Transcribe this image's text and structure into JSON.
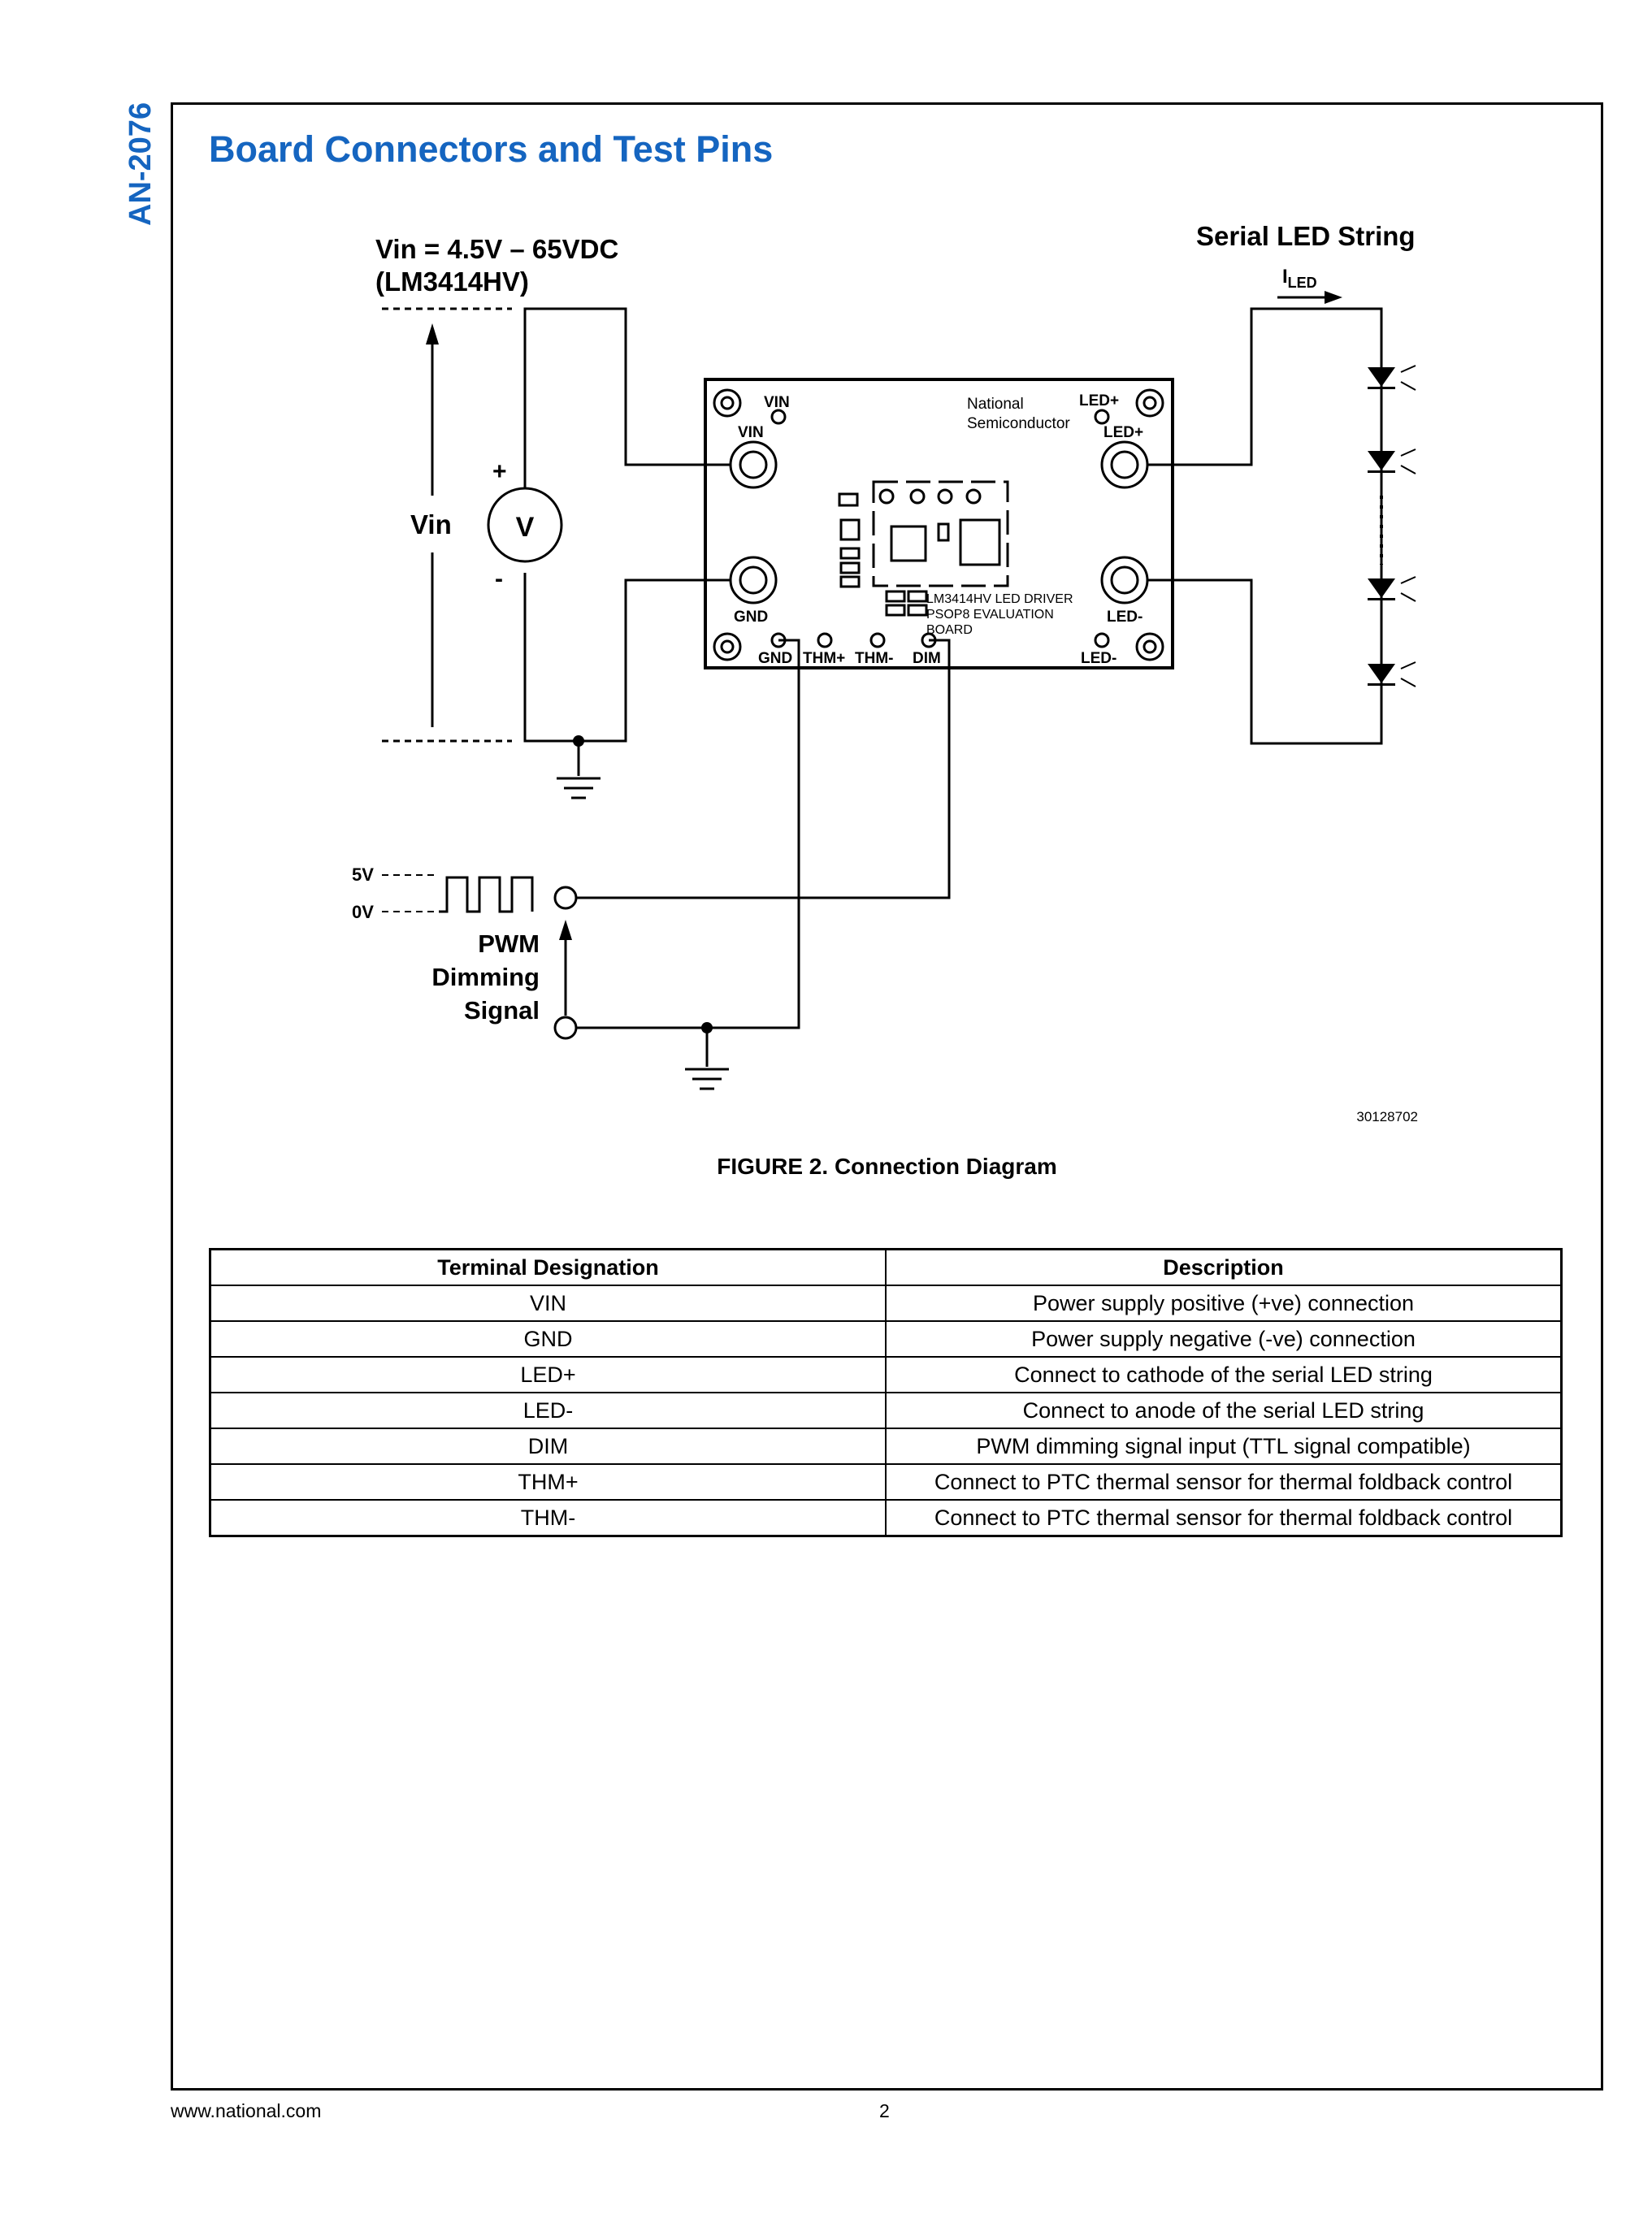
{
  "side_tag": "AN-2076",
  "section_title": "Board Connectors and Test Pins",
  "diagram": {
    "vin_title_line1": "Vin = 4.5V – 65VDC",
    "vin_title_line2": "(LM3414HV)",
    "led_title": "Serial LED String",
    "iled_main": "I",
    "iled_sub": "LED",
    "vin_label": "Vin",
    "plus": "+",
    "minus": "-",
    "meter": "V",
    "pwm_high": "5V",
    "pwm_low": "0V",
    "pwm_line1": "PWM",
    "pwm_line2": "Dimming",
    "pwm_line3": "Signal",
    "figure_id": "30128702",
    "board": {
      "vin_top": "VIN",
      "vin": "VIN",
      "gnd": "GND",
      "brand_line1": "National",
      "brand_line2": "Semiconductor",
      "led_plus_top": "LED+",
      "led_plus": "LED+",
      "led_minus": "LED-",
      "led_minus_bottom": "LED-",
      "desc_line1": "LM3414HV LED DRIVER",
      "desc_line2": "PSOP8 EVALUATION",
      "desc_line3": "BOARD",
      "pin_gnd": "GND",
      "pin_thm_plus": "THM+",
      "pin_thm_minus": "THM-",
      "pin_dim": "DIM"
    }
  },
  "figure_caption": "FIGURE 2. Connection Diagram",
  "table": {
    "headers": [
      "Terminal Designation",
      "Description"
    ],
    "rows": [
      [
        "VIN",
        "Power supply positive (+ve) connection"
      ],
      [
        "GND",
        "Power supply negative (-ve) connection"
      ],
      [
        "LED+",
        "Connect to cathode of the serial LED string"
      ],
      [
        "LED-",
        "Connect to anode of the serial LED string"
      ],
      [
        "DIM",
        "PWM dimming signal input (TTL signal compatible)"
      ],
      [
        "THM+",
        "Connect to PTC thermal sensor for thermal foldback control"
      ],
      [
        "THM-",
        "Connect to PTC thermal sensor for thermal foldback control"
      ]
    ]
  },
  "footer": {
    "url": "www.national.com",
    "page": "2"
  }
}
